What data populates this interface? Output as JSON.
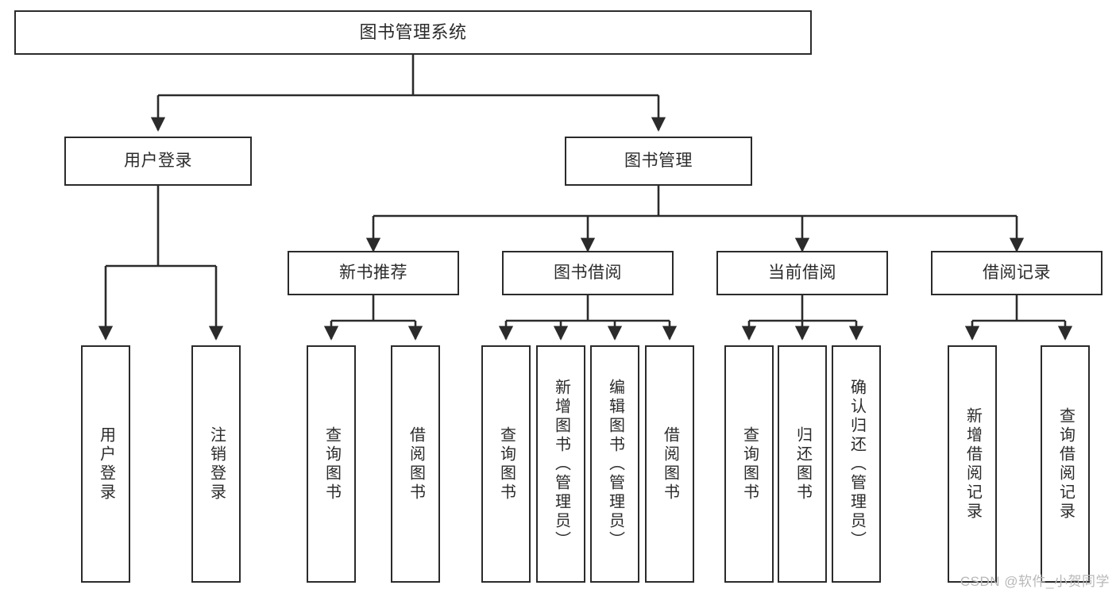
{
  "diagram": {
    "title": "图书管理系统",
    "type": "tree-hierarchy",
    "style": {
      "box_fill": "#ffffff",
      "box_stroke": "#2b2b2b",
      "connector_stroke": "#2b2b2b",
      "text_color": "#2b2b2b",
      "background": "#ffffff",
      "watermark_color": "#b8b8b8"
    },
    "root": {
      "label": "图书管理系统"
    },
    "level1": [
      {
        "label": "用户登录"
      },
      {
        "label": "图书管理"
      }
    ],
    "level2": [
      {
        "label": "新书推荐"
      },
      {
        "label": "图书借阅"
      },
      {
        "label": "当前借阅"
      },
      {
        "label": "借阅记录"
      }
    ],
    "leaves": {
      "user_login": [
        {
          "label": "用户登录"
        },
        {
          "label": "注销登录"
        }
      ],
      "new_book_recommend": [
        {
          "label": "查询图书"
        },
        {
          "label": "借阅图书"
        }
      ],
      "book_borrow": [
        {
          "label": "查询图书"
        },
        {
          "label": "新增图书（管理员）"
        },
        {
          "label": "编辑图书（管理员）"
        },
        {
          "label": "借阅图书"
        }
      ],
      "current_borrow": [
        {
          "label": "查询图书"
        },
        {
          "label": "归还图书"
        },
        {
          "label": "确认归还（管理员）"
        }
      ],
      "borrow_record": [
        {
          "label": "新增借阅记录"
        },
        {
          "label": "查询借阅记录"
        }
      ]
    },
    "watermark": "CSDN @软件_小贺同学"
  }
}
